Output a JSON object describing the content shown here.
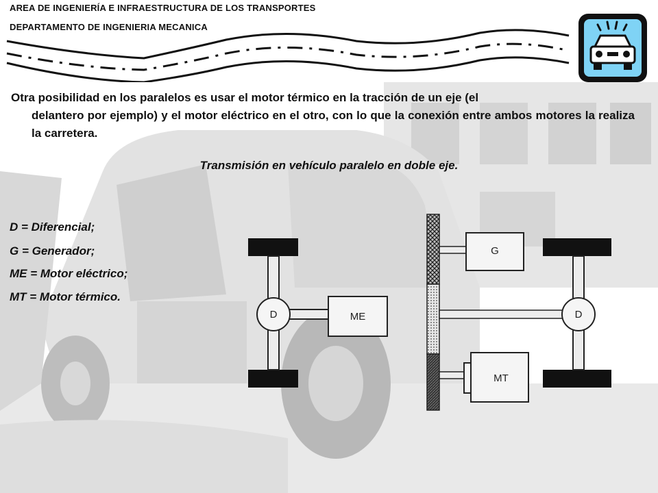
{
  "header": {
    "line1": "AREA DE INGENIERÍA E INFRAESTRUCTURA DE LOS TRANSPORTES",
    "line2": "DEPARTAMENTO DE INGENIERIA MECANICA"
  },
  "logo": {
    "icon": "car-icon",
    "color": "#7fd3f5"
  },
  "body": {
    "intro_first_line": "Otra posibilidad en los paralelos es usar el motor térmico en la tracción de un eje (el",
    "intro_rest": "delantero por ejemplo) y el motor eléctrico en el otro, con lo que la conexión entre ambos motores la realiza la carretera.",
    "caption": "Transmisión en vehículo paralelo en doble eje."
  },
  "legend": [
    "D = Diferencial;",
    "G = Generador;",
    "ME = Motor eléctrico;",
    "MT = Motor térmico."
  ],
  "diagram": {
    "left_diff": "D",
    "right_diff": "D",
    "motor_electric": "ME",
    "generator": "G",
    "motor_thermal": "MT"
  }
}
